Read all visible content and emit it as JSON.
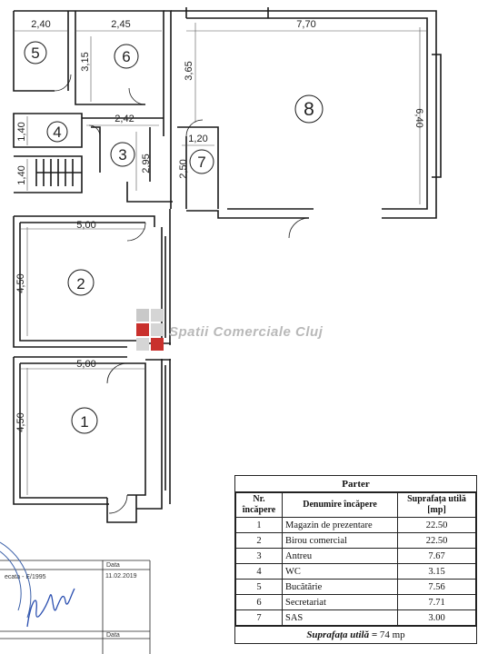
{
  "plan": {
    "rooms": [
      {
        "num": "1"
      },
      {
        "num": "2"
      },
      {
        "num": "3"
      },
      {
        "num": "4"
      },
      {
        "num": "5"
      },
      {
        "num": "6"
      },
      {
        "num": "7"
      },
      {
        "num": "8"
      }
    ],
    "dims": {
      "d240": "2,40",
      "d245": "2,45",
      "d770": "7,70",
      "d315": "3,15",
      "d365": "3,65",
      "d640": "6,40",
      "d140a": "1,40",
      "d242": "2,42",
      "d120": "1,20",
      "d295": "2,95",
      "d250": "2,50",
      "d140b": "1,40",
      "d500a": "5,00",
      "d450a": "4,50",
      "d500b": "5,00",
      "d450b": "4,50"
    },
    "watermark": "Spatii Comerciale Cluj",
    "title_block": {
      "data_label": "Data",
      "date": "11.02.2019",
      "data_label_2": "Data",
      "ref_text": "ecata - E/1995"
    }
  },
  "legend": {
    "title": "Parter",
    "headers": [
      "Nr. încăpere",
      "Denumire încăpere",
      "Suprafața utilă [mp]"
    ],
    "rows": [
      [
        "1",
        "Magazin de prezentare",
        "22.50"
      ],
      [
        "2",
        "Birou comercial",
        "22.50"
      ],
      [
        "3",
        "Antreu",
        "7.67"
      ],
      [
        "4",
        "WC",
        "3.15"
      ],
      [
        "5",
        "Bucătărie",
        "7.56"
      ],
      [
        "6",
        "Secretariat",
        "7.71"
      ],
      [
        "7",
        "SAS",
        "3.00"
      ]
    ],
    "total_label": "Suprafața utilă =",
    "total_value": "74 mp"
  },
  "colors": {
    "line": "#1a1a1a",
    "watermark_red": "#c9302c",
    "stamp": "#3a5fa8",
    "signature": "#2b4fb0"
  }
}
